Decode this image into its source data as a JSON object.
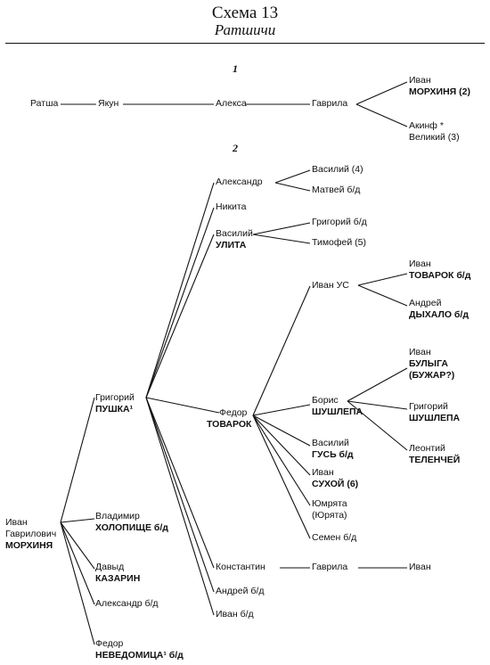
{
  "header": {
    "title": "Схема 13",
    "subtitle": "Ратшичи"
  },
  "sections": {
    "s1": "1",
    "s2": "2"
  },
  "persons": {
    "ratsha": {
      "line1": "Ратша"
    },
    "yakun": {
      "line1": "Якун"
    },
    "aleksa": {
      "line1": "Алекса"
    },
    "gavrila_a": {
      "line1": "Гаврила"
    },
    "ivan_morkhinya_a": {
      "line1": "Иван",
      "line2": "МОРХИНЯ (2)"
    },
    "akinf": {
      "line1": "Акинф *",
      "line2": "Великий (3)"
    },
    "ivan_root": {
      "line1": "Иван",
      "line2": "Гаврилович",
      "line3": "МОРХИНЯ"
    },
    "grigoriy_pushka": {
      "line1": "Григорий",
      "line2": "ПУШКА¹"
    },
    "vladimir": {
      "line1": "Владимир",
      "line2": "ХОЛОПИЩЕ б/д"
    },
    "david": {
      "line1": "Давыд",
      "line2": "КАЗАРИН"
    },
    "aleksandr_bd": {
      "line1": "Александр б/д"
    },
    "fedor_nevedomitsa": {
      "line1": "Федор",
      "line2": "НЕВЕДОМИЦА¹ б/д"
    },
    "aleksandr": {
      "line1": "Александр"
    },
    "nikita": {
      "line1": "Никита"
    },
    "vasiliy_ulita": {
      "line1": "Василий",
      "line2": "УЛИТА"
    },
    "fedor_tovarok": {
      "line1": "Федор",
      "line2": "ТОВАРОК"
    },
    "konstantin": {
      "line1": "Константин"
    },
    "andrey_bd": {
      "line1": "Андрей б/д"
    },
    "ivan_bd": {
      "line1": "Иван б/д"
    },
    "vasiliy_4": {
      "line1": "Василий (4)"
    },
    "matvey": {
      "line1": "Матвей б/д"
    },
    "grigoriy_bd": {
      "line1": "Григорий б/д"
    },
    "timofey": {
      "line1": "Тимофей (5)"
    },
    "ivan_us": {
      "line1": "Иван УС"
    },
    "boris": {
      "line1": "Борис",
      "line2": "ШУШЛЕПА"
    },
    "vasiliy_gus": {
      "line1": "Василий",
      "line2": "ГУСЬ б/д"
    },
    "ivan_sukhoy": {
      "line1": "Иван",
      "line2": "СУХОЙ (6)"
    },
    "yumryata": {
      "line1": "Юмрята",
      "line2": "(Юрята)"
    },
    "semen": {
      "line1": "Семен б/д"
    },
    "gavrila_b": {
      "line1": "Гаврила"
    },
    "ivan_end": {
      "line1": "Иван"
    },
    "ivan_tovarok": {
      "line1": "Иван",
      "line2": "ТОВАРОК б/д"
    },
    "andrey_dykhalo": {
      "line1": "Андрей",
      "line2": "ДЫХАЛО б/д"
    },
    "ivan_bulyga": {
      "line1": "Иван",
      "line2": "БУЛЫГА",
      "line3": "(БУЖАР?)"
    },
    "grigoriy_shushlepa": {
      "line1": "Григорий",
      "line2": "ШУШЛЕПА"
    },
    "leontiy": {
      "line1": "Леонтий",
      "line2": "ТЕЛЕНЧЕЙ"
    }
  }
}
